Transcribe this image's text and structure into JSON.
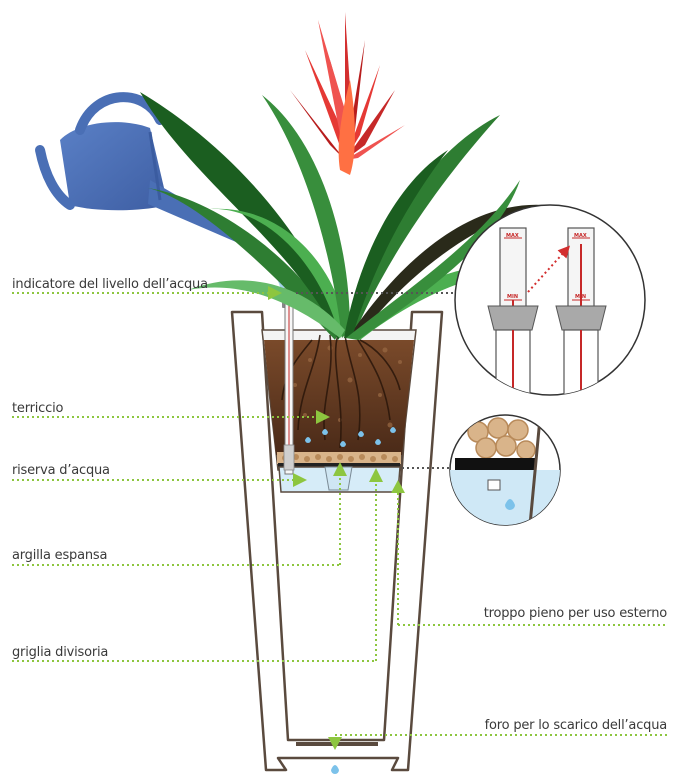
{
  "labels": {
    "water_level_indicator": "indicatore del livello dell’acqua",
    "soil": "terriccio",
    "water_reserve": "riserva d’acqua",
    "expanded_clay": "argilla espansa",
    "divider_grid": "griglia divisoria",
    "overflow": "troppo pieno per uso esterno",
    "drain_hole": "foro per lo scarico dell’acqua"
  },
  "gauge": {
    "max_label": "MAX",
    "min_label": "MIN"
  },
  "colors": {
    "pot_outline": "#5a4a3e",
    "leader_dots": "#8dc63f",
    "arrows": "#8dc63f",
    "watering_can": "#4a6fb5",
    "water": "#a8d4ee",
    "soil": "#6b3e22",
    "leaves": "#2e7d32",
    "flower": "#d32f2f",
    "gauge_red": "#c62828"
  },
  "icons": {
    "watering_can": "watering-can-icon",
    "plant": "bromeliad-plant",
    "zoom_gauge": "gauge-detail-circle",
    "zoom_overflow": "overflow-detail-circle"
  }
}
